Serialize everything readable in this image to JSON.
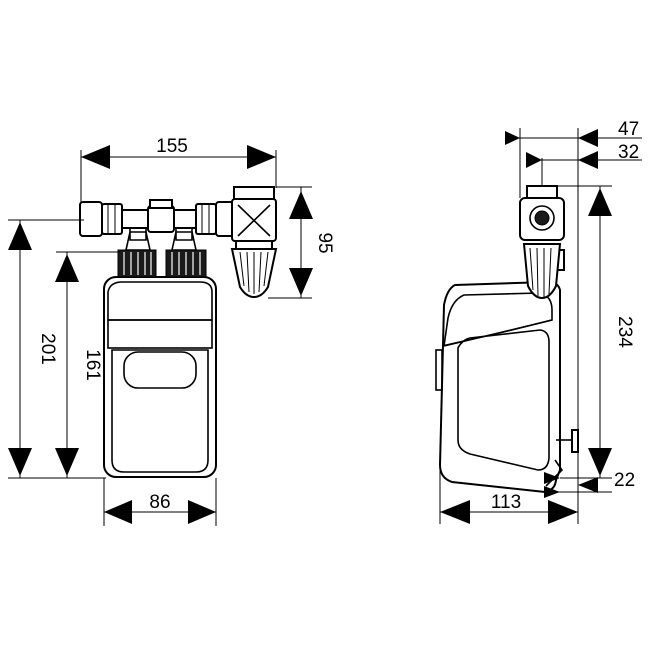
{
  "dimensions": {
    "front": {
      "total_width": "155",
      "fitting_height": "95",
      "total_height": "201",
      "body_height": "161",
      "body_width": "86"
    },
    "side": {
      "offset_outer": "47",
      "offset_inner": "32",
      "total_height": "234",
      "bottom_offset": "22",
      "depth": "113"
    }
  }
}
